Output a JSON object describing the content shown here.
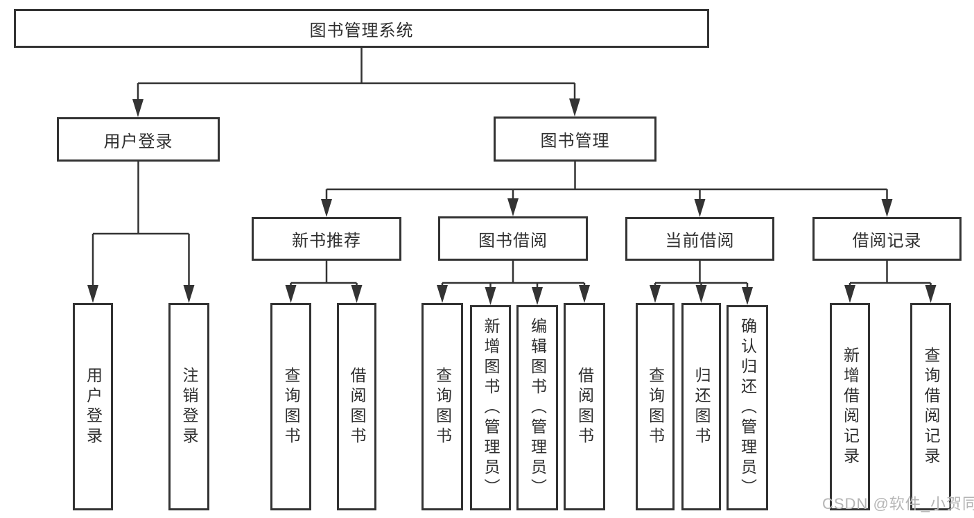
{
  "colors": {
    "line": "#333333",
    "box_bg": "#ffffff",
    "text": "#2f2f2f",
    "watermark": "#b5b5b5"
  },
  "watermark": {
    "text": "CSDN @软件_小贺同学"
  },
  "tree": {
    "root": {
      "label": "图书管理系统",
      "children": [
        {
          "label": "用户登录",
          "children": [
            {
              "label": "用户登录"
            },
            {
              "label": "注销登录"
            }
          ]
        },
        {
          "label": "图书管理",
          "children": [
            {
              "label": "新书推荐",
              "children": [
                {
                  "label": "查询图书"
                },
                {
                  "label": "借阅图书"
                }
              ]
            },
            {
              "label": "图书借阅",
              "children": [
                {
                  "label": "查询图书"
                },
                {
                  "label": "新增图书（管理员）"
                },
                {
                  "label": "编辑图书（管理员）"
                },
                {
                  "label": "借阅图书"
                }
              ]
            },
            {
              "label": "当前借阅",
              "children": [
                {
                  "label": "查询图书"
                },
                {
                  "label": "归还图书"
                },
                {
                  "label": "确认归还（管理员）"
                }
              ]
            },
            {
              "label": "借阅记录",
              "children": [
                {
                  "label": "新增借阅记录"
                },
                {
                  "label": "查询借阅记录"
                }
              ]
            }
          ]
        }
      ]
    }
  }
}
